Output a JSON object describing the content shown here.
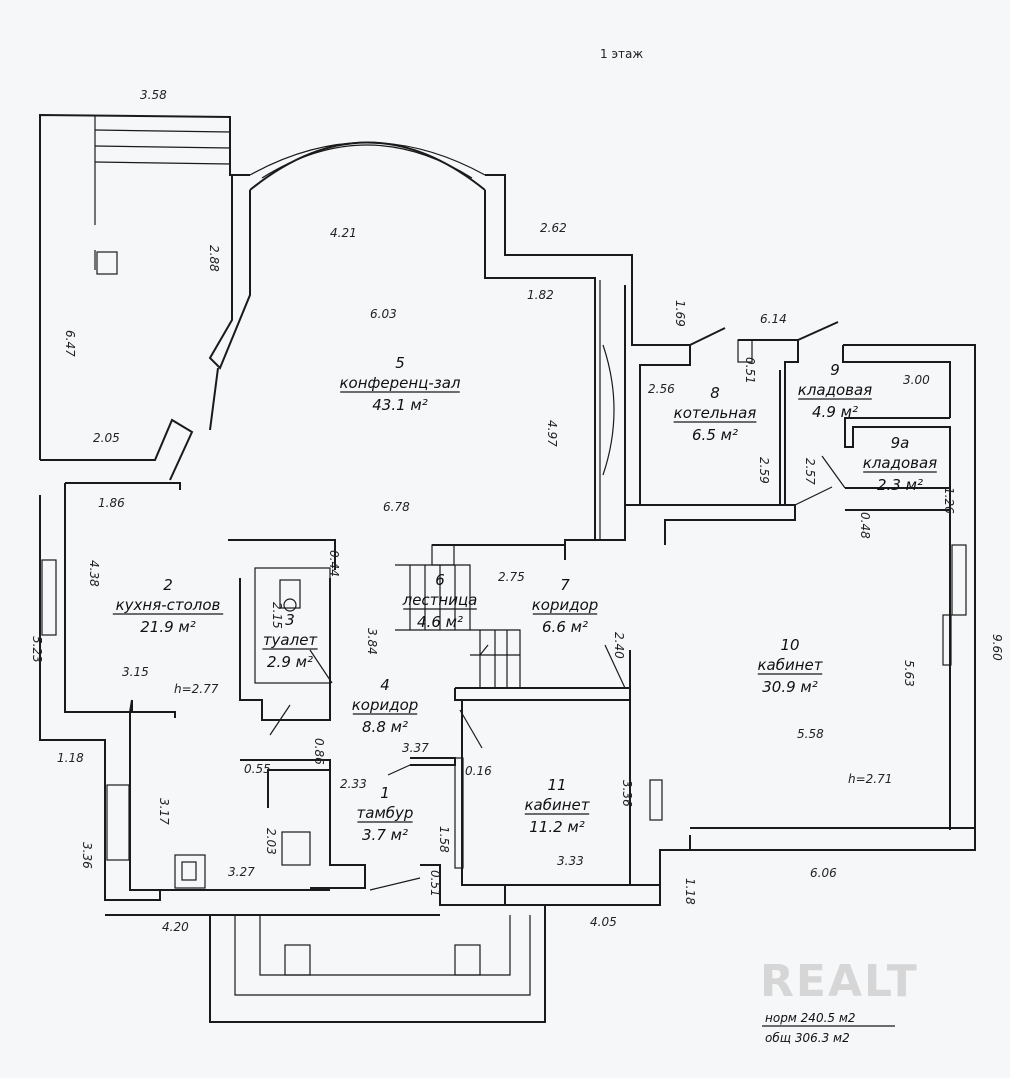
{
  "title": "1 этаж",
  "rooms": [
    {
      "num": "5",
      "name": "конференц-зал",
      "area": "43.1 м²"
    },
    {
      "num": "2",
      "name": "кухня-столов",
      "area": "21.9 м²"
    },
    {
      "num": "3",
      "name": "туалет",
      "area": "2.9 м²"
    },
    {
      "num": "6",
      "name": "лестница",
      "area": "4.6 м²"
    },
    {
      "num": "7",
      "name": "коридор",
      "area": "6.6 м²"
    },
    {
      "num": "8",
      "name": "котельная",
      "area": "6.5 м²"
    },
    {
      "num": "9",
      "name": "кладовая",
      "area": "4.9 м²"
    },
    {
      "num": "9а",
      "name": "кладовая",
      "area": "2.3 м²"
    },
    {
      "num": "10",
      "name": "кабинет",
      "area": "30.9 м²"
    },
    {
      "num": "4",
      "name": "коридор",
      "area": "8.8 м²"
    },
    {
      "num": "1",
      "name": "тамбур",
      "area": "3.7 м²"
    },
    {
      "num": "11",
      "name": "кабинет",
      "area": "11.2 м²"
    }
  ],
  "dimensions": [
    "3.58",
    "2.88",
    "4.21",
    "2.62",
    "6.47",
    "6.03",
    "1.82",
    "1.69",
    "6.14",
    "2.05",
    "4.97",
    "2.56",
    "2.59",
    "2.57",
    "3.00",
    "1.26",
    "0.51",
    "0.48",
    "1.86",
    "6.78",
    "0.44",
    "4.38",
    "5.23",
    "2.15",
    "3.84",
    "2.75",
    "2.40",
    "9.60",
    "5.63",
    "3.15",
    "h=2.77",
    "0.86",
    "5.58",
    "1.18",
    "3.37",
    "0.55",
    "0.16",
    "2.33",
    "h=2.71",
    "3.17",
    "3.36",
    "3.36",
    "2.03",
    "1.58",
    "3.27",
    "3.33",
    "0.51",
    "1.18",
    "6.06",
    "4.20",
    "4.05"
  ],
  "footer": {
    "norm": "норм  240.5 м2",
    "total": "общ   306.3 м2"
  },
  "watermark": "REALT"
}
